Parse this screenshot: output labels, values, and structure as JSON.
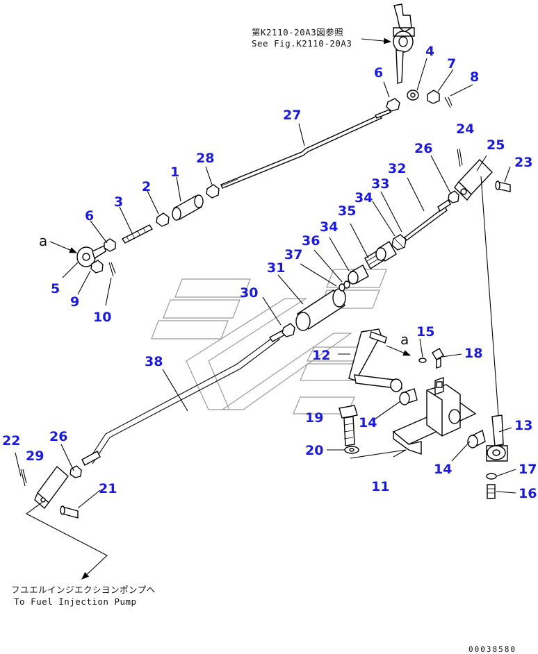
{
  "notes": {
    "reference_jp": "第K2110-20A3図参照",
    "reference_en": "See Fig.K2110-20A3",
    "destination_jp": "フユエルインジエクシヨンポンプヘ",
    "destination_en": "To Fuel Injection Pump"
  },
  "view_labels": [
    "a",
    "a"
  ],
  "drawing_number": "00038580",
  "callouts": [
    "1",
    "2",
    "3",
    "4",
    "5",
    "6",
    "6",
    "7",
    "8",
    "9",
    "10",
    "11",
    "12",
    "13",
    "14",
    "14",
    "15",
    "16",
    "17",
    "18",
    "19",
    "20",
    "21",
    "22",
    "23",
    "24",
    "25",
    "26",
    "26",
    "27",
    "28",
    "29",
    "30",
    "31",
    "32",
    "33",
    "34",
    "34",
    "35",
    "36",
    "37",
    "38"
  ]
}
